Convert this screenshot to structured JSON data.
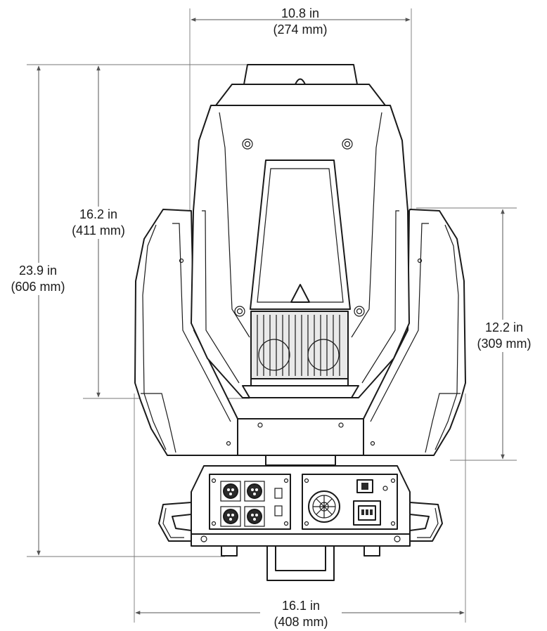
{
  "dimensions": {
    "top_width": {
      "imperial": "10.8 in",
      "metric": "(274 mm)"
    },
    "head_height": {
      "imperial": "16.2 in",
      "metric": "(411 mm)"
    },
    "overall_height": {
      "imperial": "23.9 in",
      "metric": "(606 mm)"
    },
    "yoke_height": {
      "imperial": "12.2 in",
      "metric": "(309 mm)"
    },
    "base_width": {
      "imperial": "16.1 in",
      "metric": "(408 mm)"
    }
  }
}
